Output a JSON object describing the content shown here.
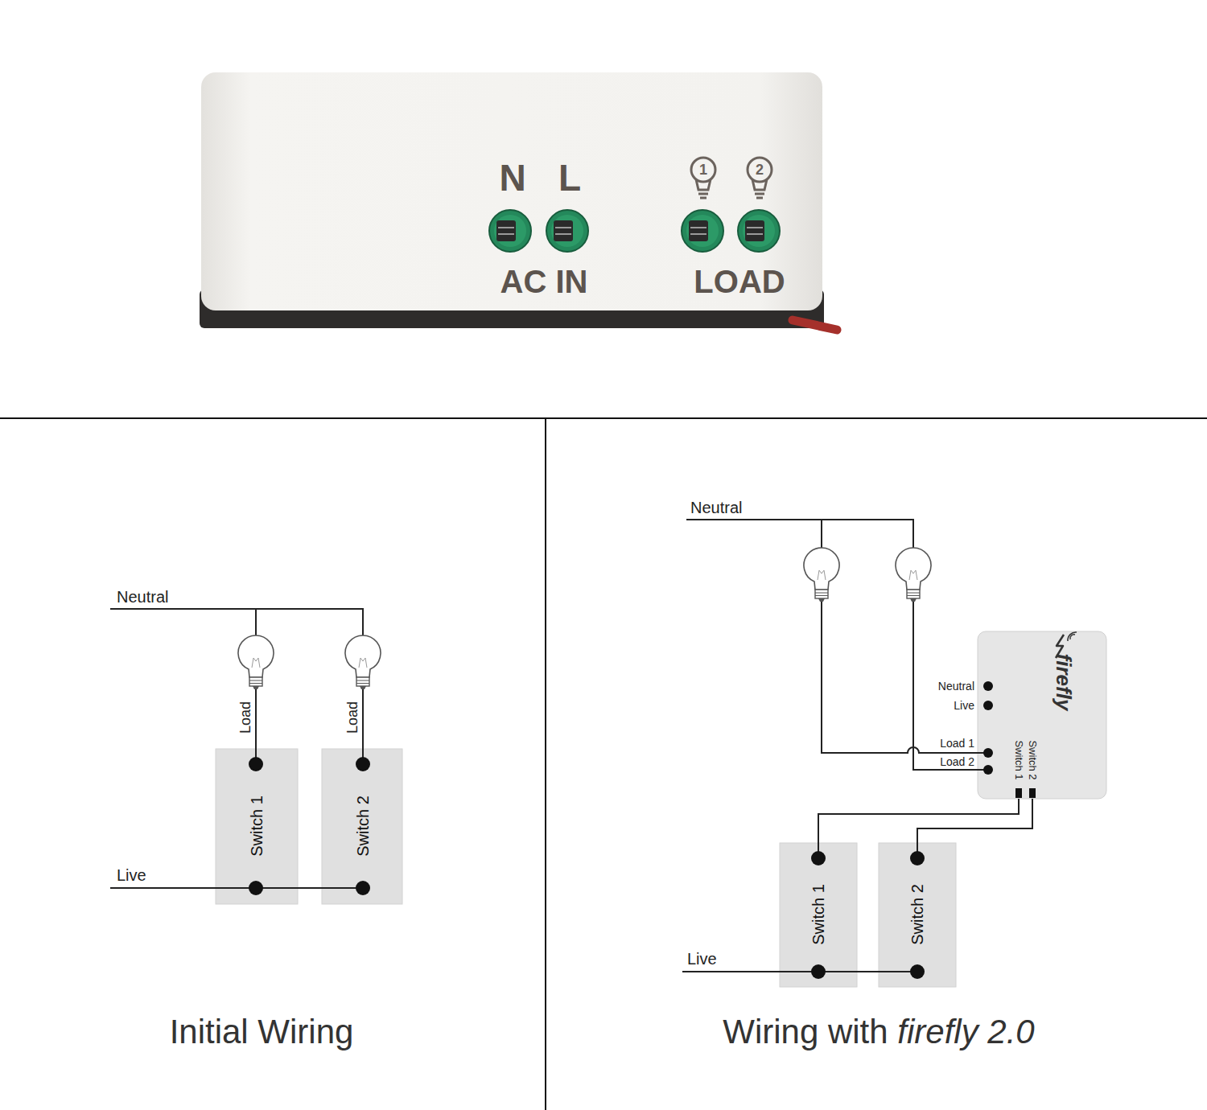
{
  "diagram": {
    "nodes": [
      {
        "text": [
          "N",
          "L",
          "AC IN",
          "LOAD",
          "1",
          "2"
        ]
      },
      {
        "text": [
          "Switch 1"
        ]
      },
      {
        "text": [
          "Switch 2"
        ]
      },
      {
        "text": [
          "firefly",
          "Neutral",
          "Live",
          "Load 1",
          "Load 2",
          "Switch 2",
          "Switch 1"
        ]
      },
      {
        "text": [
          "Switch 1"
        ]
      },
      {
        "text": [
          "Switch 2"
        ]
      }
    ],
    "edges": [
      {
        "from": 3,
        "to": 4,
        "arrow": "none"
      },
      {
        "from": 3,
        "to": 5,
        "arrow": "none"
      }
    ],
    "labels": [
      "Neutral",
      "Load",
      "Load",
      "Live",
      "Initial Wiring",
      "Neutral",
      "Live",
      "Wiring with firefly 2.0"
    ]
  }
}
